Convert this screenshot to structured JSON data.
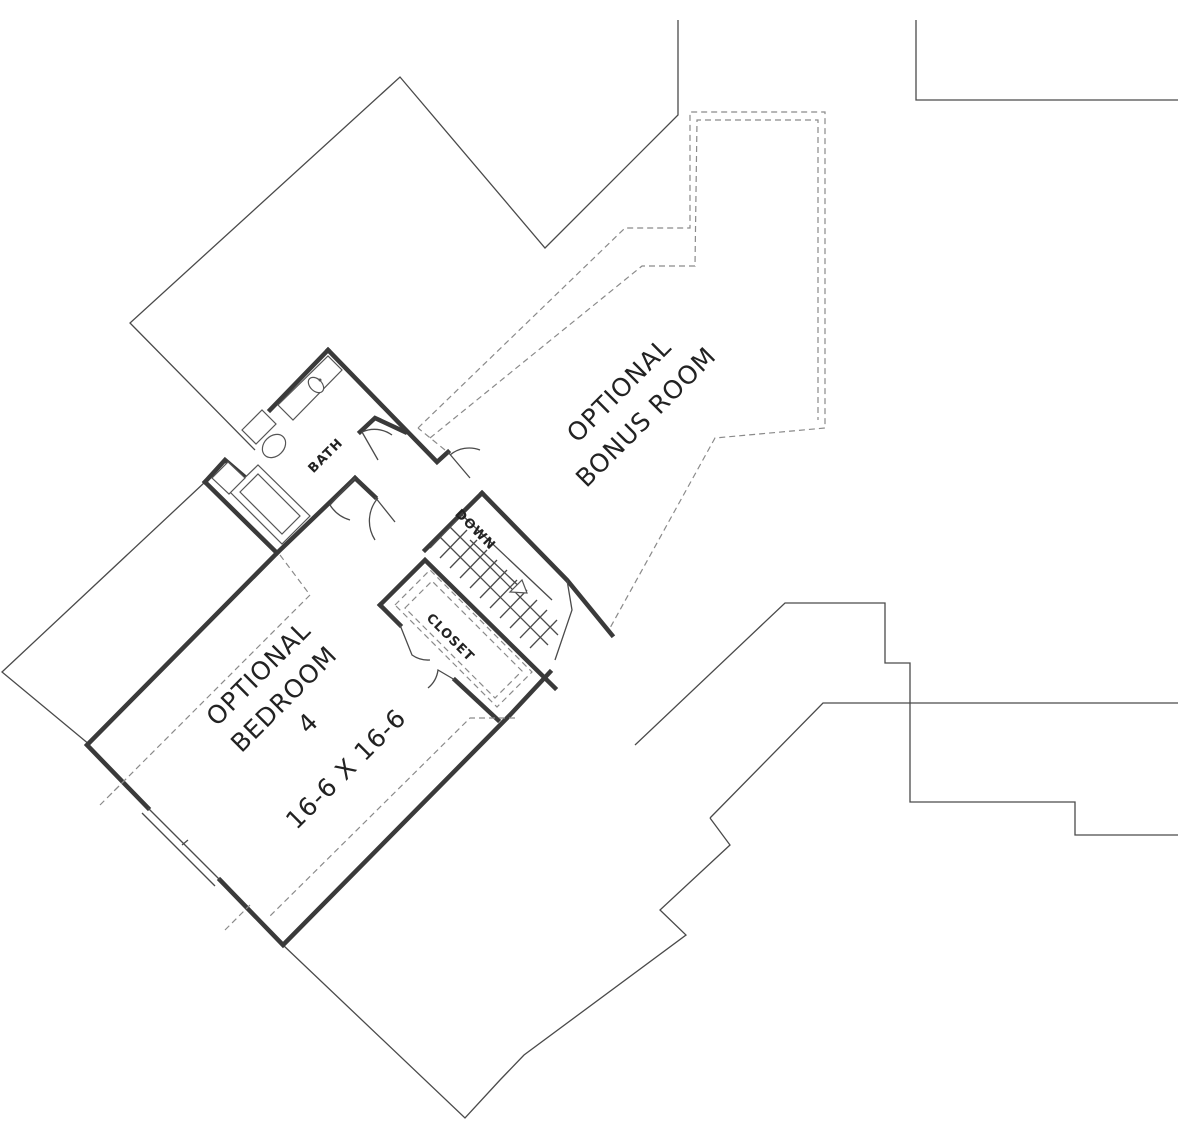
{
  "labels": {
    "bonus_line1": "OPTIONAL",
    "bonus_line2": "BONUS ROOM",
    "bedroom_line1": "OPTIONAL",
    "bedroom_line2": "BEDROOM",
    "bedroom_line3": "4",
    "bedroom_dims": "16-6 X 16-6",
    "bath": "BATH",
    "closet": "CLOSET",
    "stair": "DOWN"
  },
  "colors": {
    "background": "#ffffff",
    "wall": "#3a3a3a",
    "outline": "#4a4a4a",
    "dashed": "#8a8a8a"
  }
}
